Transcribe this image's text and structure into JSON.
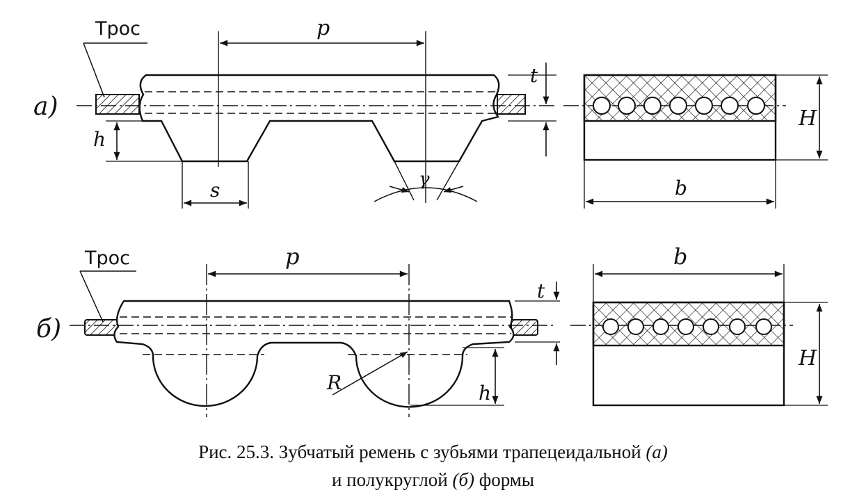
{
  "fig_a": {
    "cable_label": "Трос",
    "panel_label": "а)",
    "dims": {
      "p": "p",
      "t": "t",
      "h": "h",
      "s": "s",
      "gamma": "γ",
      "H": "H",
      "b": "b"
    }
  },
  "fig_b": {
    "cable_label": "Трос",
    "panel_label": "б)",
    "dims": {
      "p": "p",
      "t": "t",
      "h": "h",
      "R": "R",
      "H": "H",
      "b": "b"
    }
  },
  "caption": {
    "line1_prefix": "Рис. 25.3. Зубчатый ремень с зубьями трапецеидальной",
    "line1_mark": "(а)",
    "line2_prefix": "и полукруглой",
    "line2_mark": "(б)",
    "line2_suffix": "формы"
  }
}
